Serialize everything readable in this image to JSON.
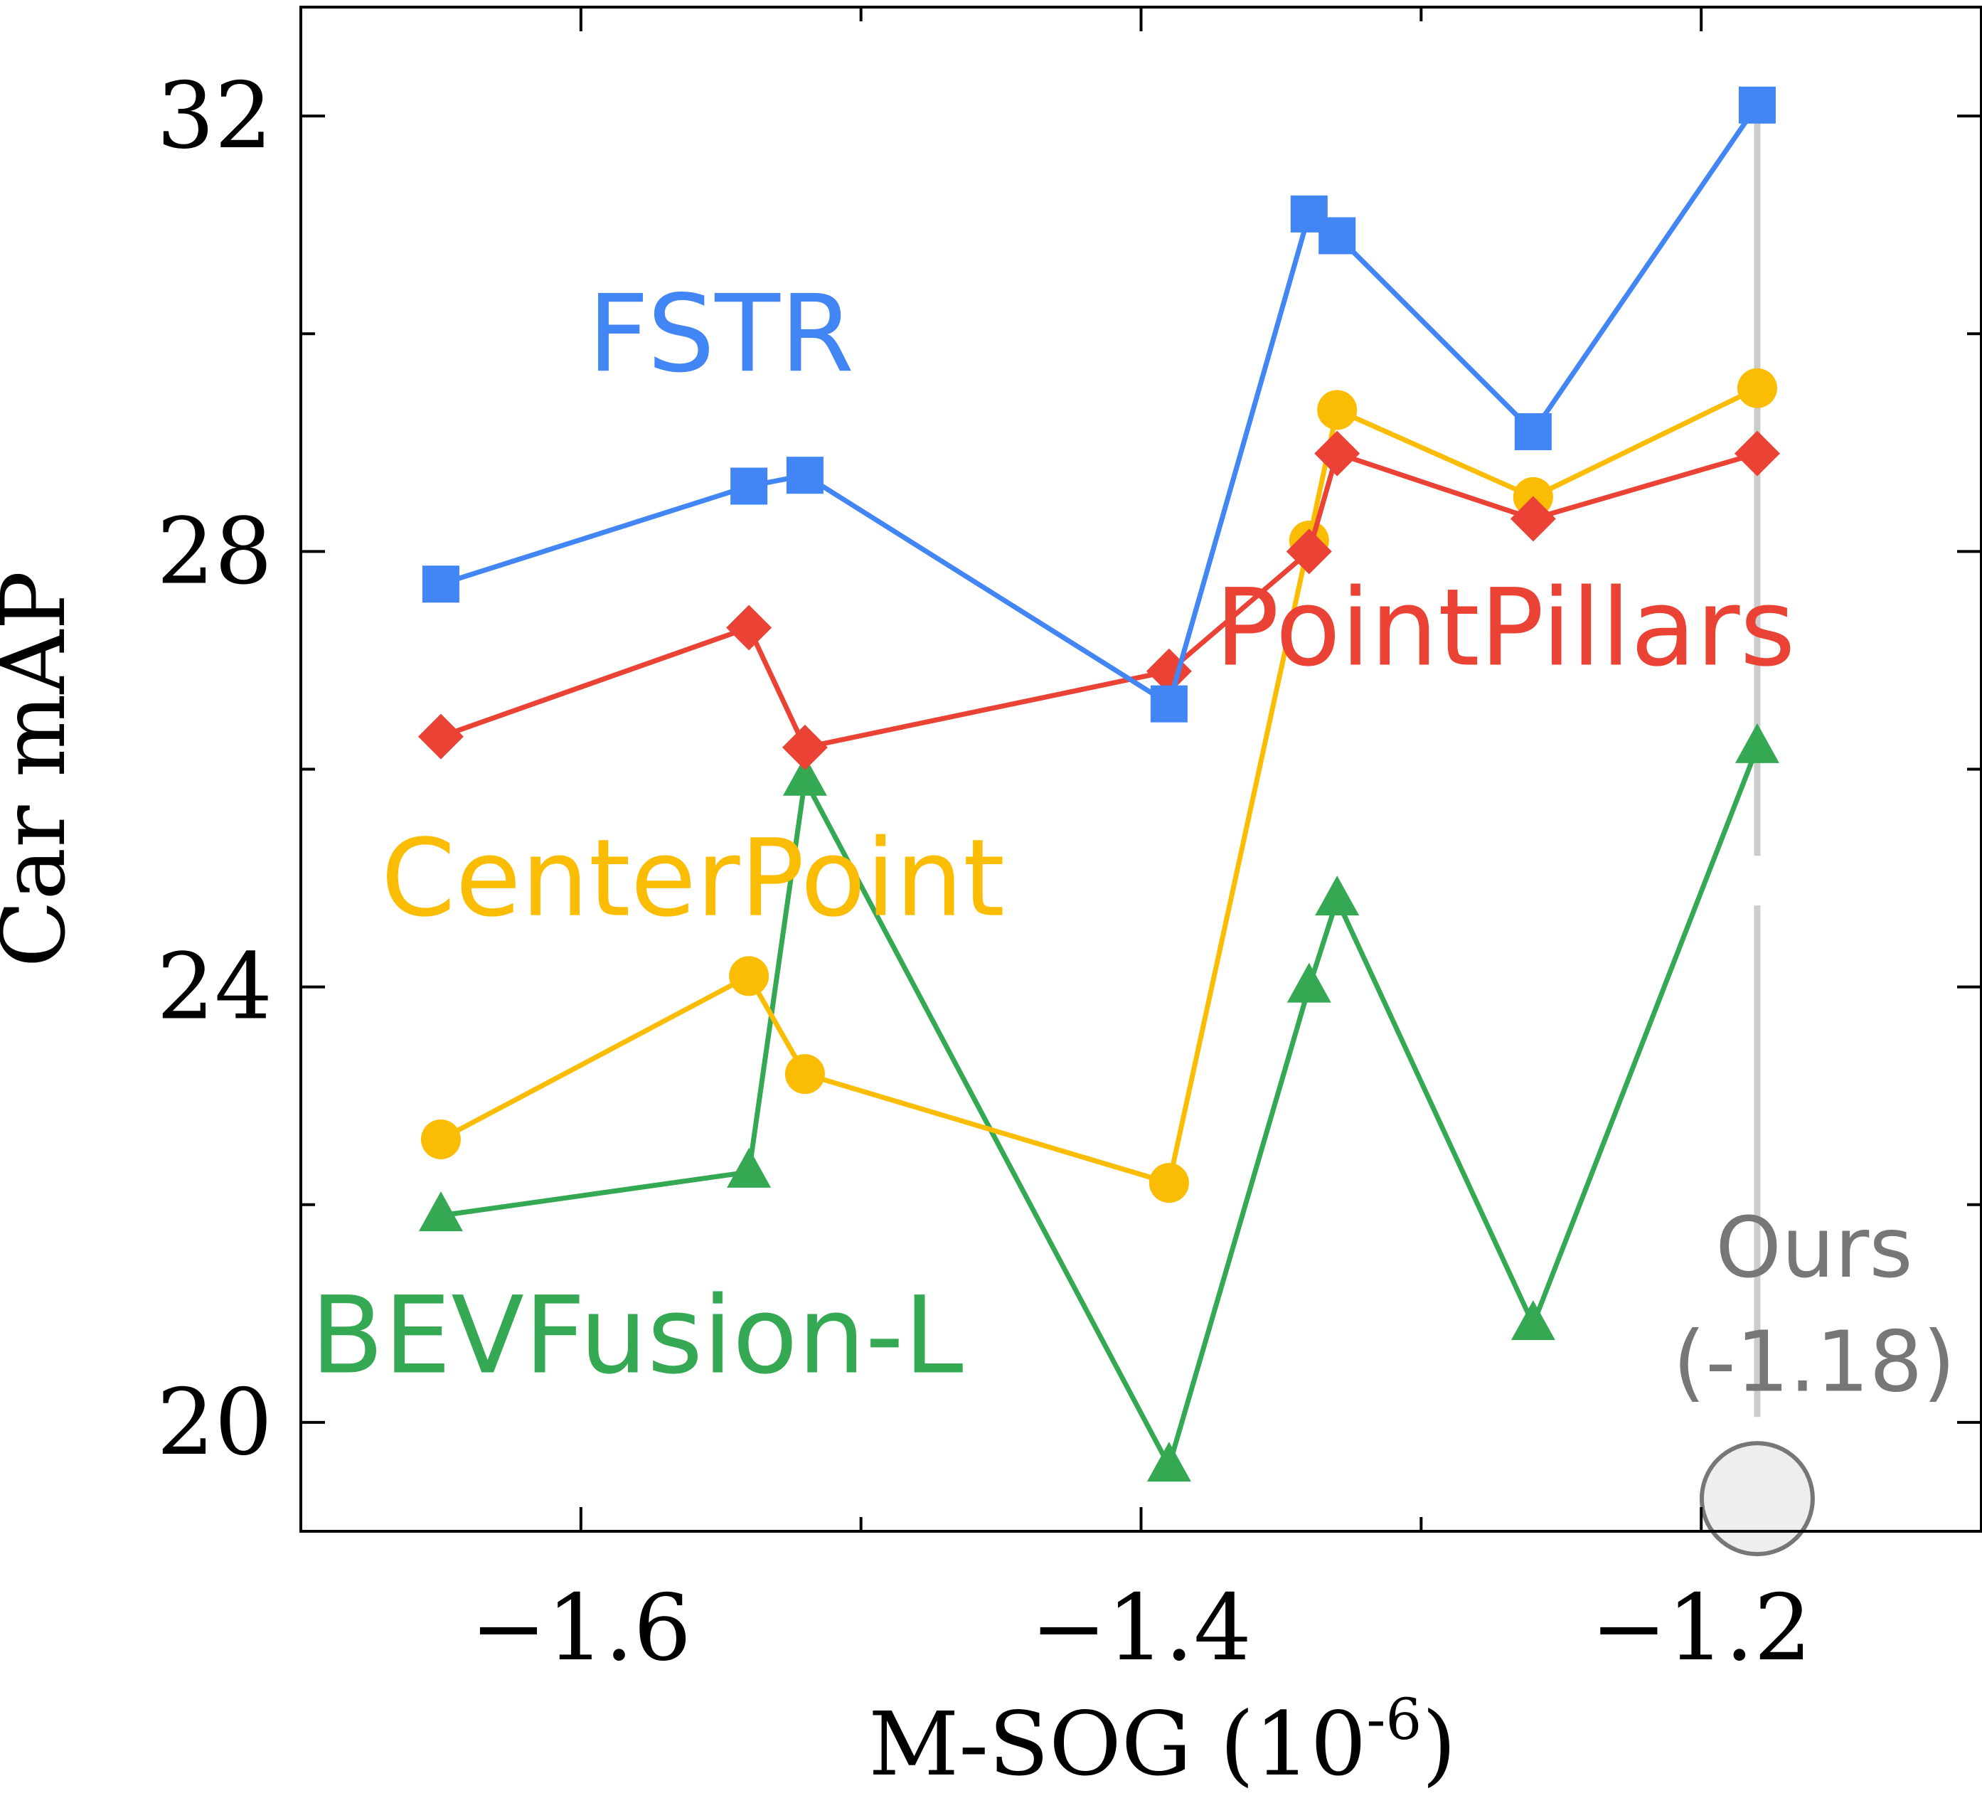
{
  "chart_data": {
    "type": "line",
    "xlabel": "M-SOG (10",
    "xlabel_sup": "-6",
    "xlabel_close": ")",
    "ylabel": "Car mAP",
    "xlim": [
      -1.7,
      -1.1
    ],
    "ylim": [
      19,
      33
    ],
    "xticks": [
      -1.6,
      -1.4,
      -1.2
    ],
    "xtick_labels": [
      "−1.6",
      "−1.4",
      "−1.2"
    ],
    "xminor": [
      -1.5,
      -1.3
    ],
    "yticks": [
      20,
      24,
      28,
      32
    ],
    "ytick_labels": [
      "20",
      "24",
      "28",
      "32"
    ],
    "yminor": [
      22,
      26,
      30
    ],
    "grid": false,
    "legend": "inline labels",
    "series": [
      {
        "name": "FSTR",
        "color": "#4285F4",
        "marker": "square",
        "x": [
          -1.65,
          -1.54,
          -1.52,
          -1.39,
          -1.34,
          -1.33,
          -1.26,
          -1.18
        ],
        "y": [
          27.7,
          28.6,
          28.7,
          26.6,
          31.1,
          30.9,
          29.1,
          32.1
        ],
        "label_pos": [
          -1.55,
          30.0
        ]
      },
      {
        "name": "PointPillars",
        "color": "#EA4335",
        "marker": "diamond",
        "x": [
          -1.65,
          -1.54,
          -1.52,
          -1.39,
          -1.34,
          -1.33,
          -1.26,
          -1.18
        ],
        "y": [
          26.3,
          27.3,
          26.2,
          26.9,
          28.0,
          28.9,
          28.3,
          28.9
        ],
        "label_pos": [
          -1.27,
          27.3
        ]
      },
      {
        "name": "CenterPoint",
        "color": "#FBBC04",
        "marker": "circle",
        "x": [
          -1.65,
          -1.54,
          -1.52,
          -1.39,
          -1.34,
          -1.33,
          -1.26,
          -1.18
        ],
        "y": [
          22.6,
          24.1,
          23.2,
          22.2,
          28.1,
          29.3,
          28.5,
          29.5
        ],
        "label_pos": [
          -1.56,
          25.0
        ]
      },
      {
        "name": "BEVFusion-L",
        "color": "#34A853",
        "marker": "triangle",
        "x": [
          -1.65,
          -1.54,
          -1.52,
          -1.39,
          -1.34,
          -1.33,
          -1.26,
          -1.18
        ],
        "y": [
          21.9,
          22.3,
          25.9,
          19.6,
          24.0,
          24.8,
          20.9,
          26.2
        ],
        "label_pos": [
          -1.58,
          20.8
        ]
      }
    ],
    "ours": {
      "label": "Ours",
      "value_label": "(-1.18)",
      "x": -1.18,
      "y": 19.3,
      "color": "#EEEEEE",
      "edge_color": "#777777",
      "line_color": "#CCCCCC"
    }
  }
}
